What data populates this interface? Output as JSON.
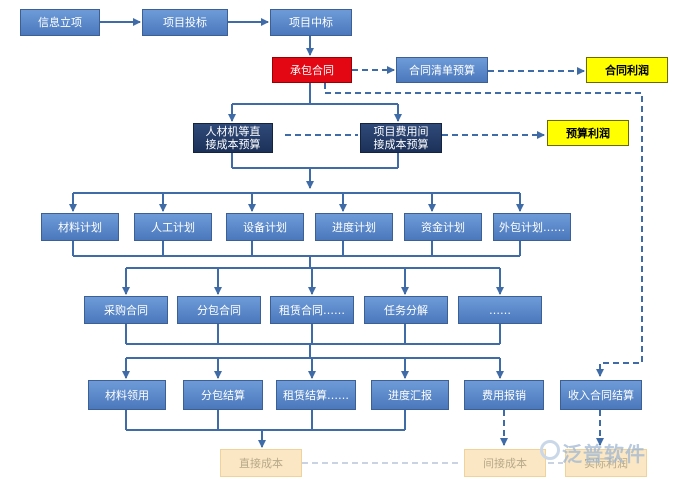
{
  "nodes": {
    "info": "信息立项",
    "bid": "项目投标",
    "win": "项目中标",
    "contract": "承包合同",
    "contract_list": "合同清单预算",
    "contract_profit": "合同利润",
    "direct_budget": "人材机等直\n接成本预算",
    "expense_budget": "项目费用间\n接成本预算",
    "budget_profit": "预算利润",
    "material_plan": "材料计划",
    "labor_plan": "人工计划",
    "equipment_plan": "设备计划",
    "progress_plan": "进度计划",
    "fund_plan": "资金计划",
    "outsource_plan": "外包计划……",
    "purchase_contract": "采购合同",
    "sub_contract": "分包合同",
    "lease_contract": "租赁合同……",
    "task_split": "任务分解",
    "more": "……",
    "material_use": "材料领用",
    "sub_settle": "分包结算",
    "lease_settle": "租赁结算……",
    "progress_report": "进度汇报",
    "expense_claim": "费用报销",
    "income_settle": "收入合同结算",
    "direct_cost": "直接成本",
    "indirect_cost": "间接成本",
    "actual_profit": "实际利润"
  },
  "watermark": "泛普软件",
  "colors": {
    "arrow": "#3f6ba6",
    "red": "#e30613",
    "yellow": "#ffff00"
  }
}
